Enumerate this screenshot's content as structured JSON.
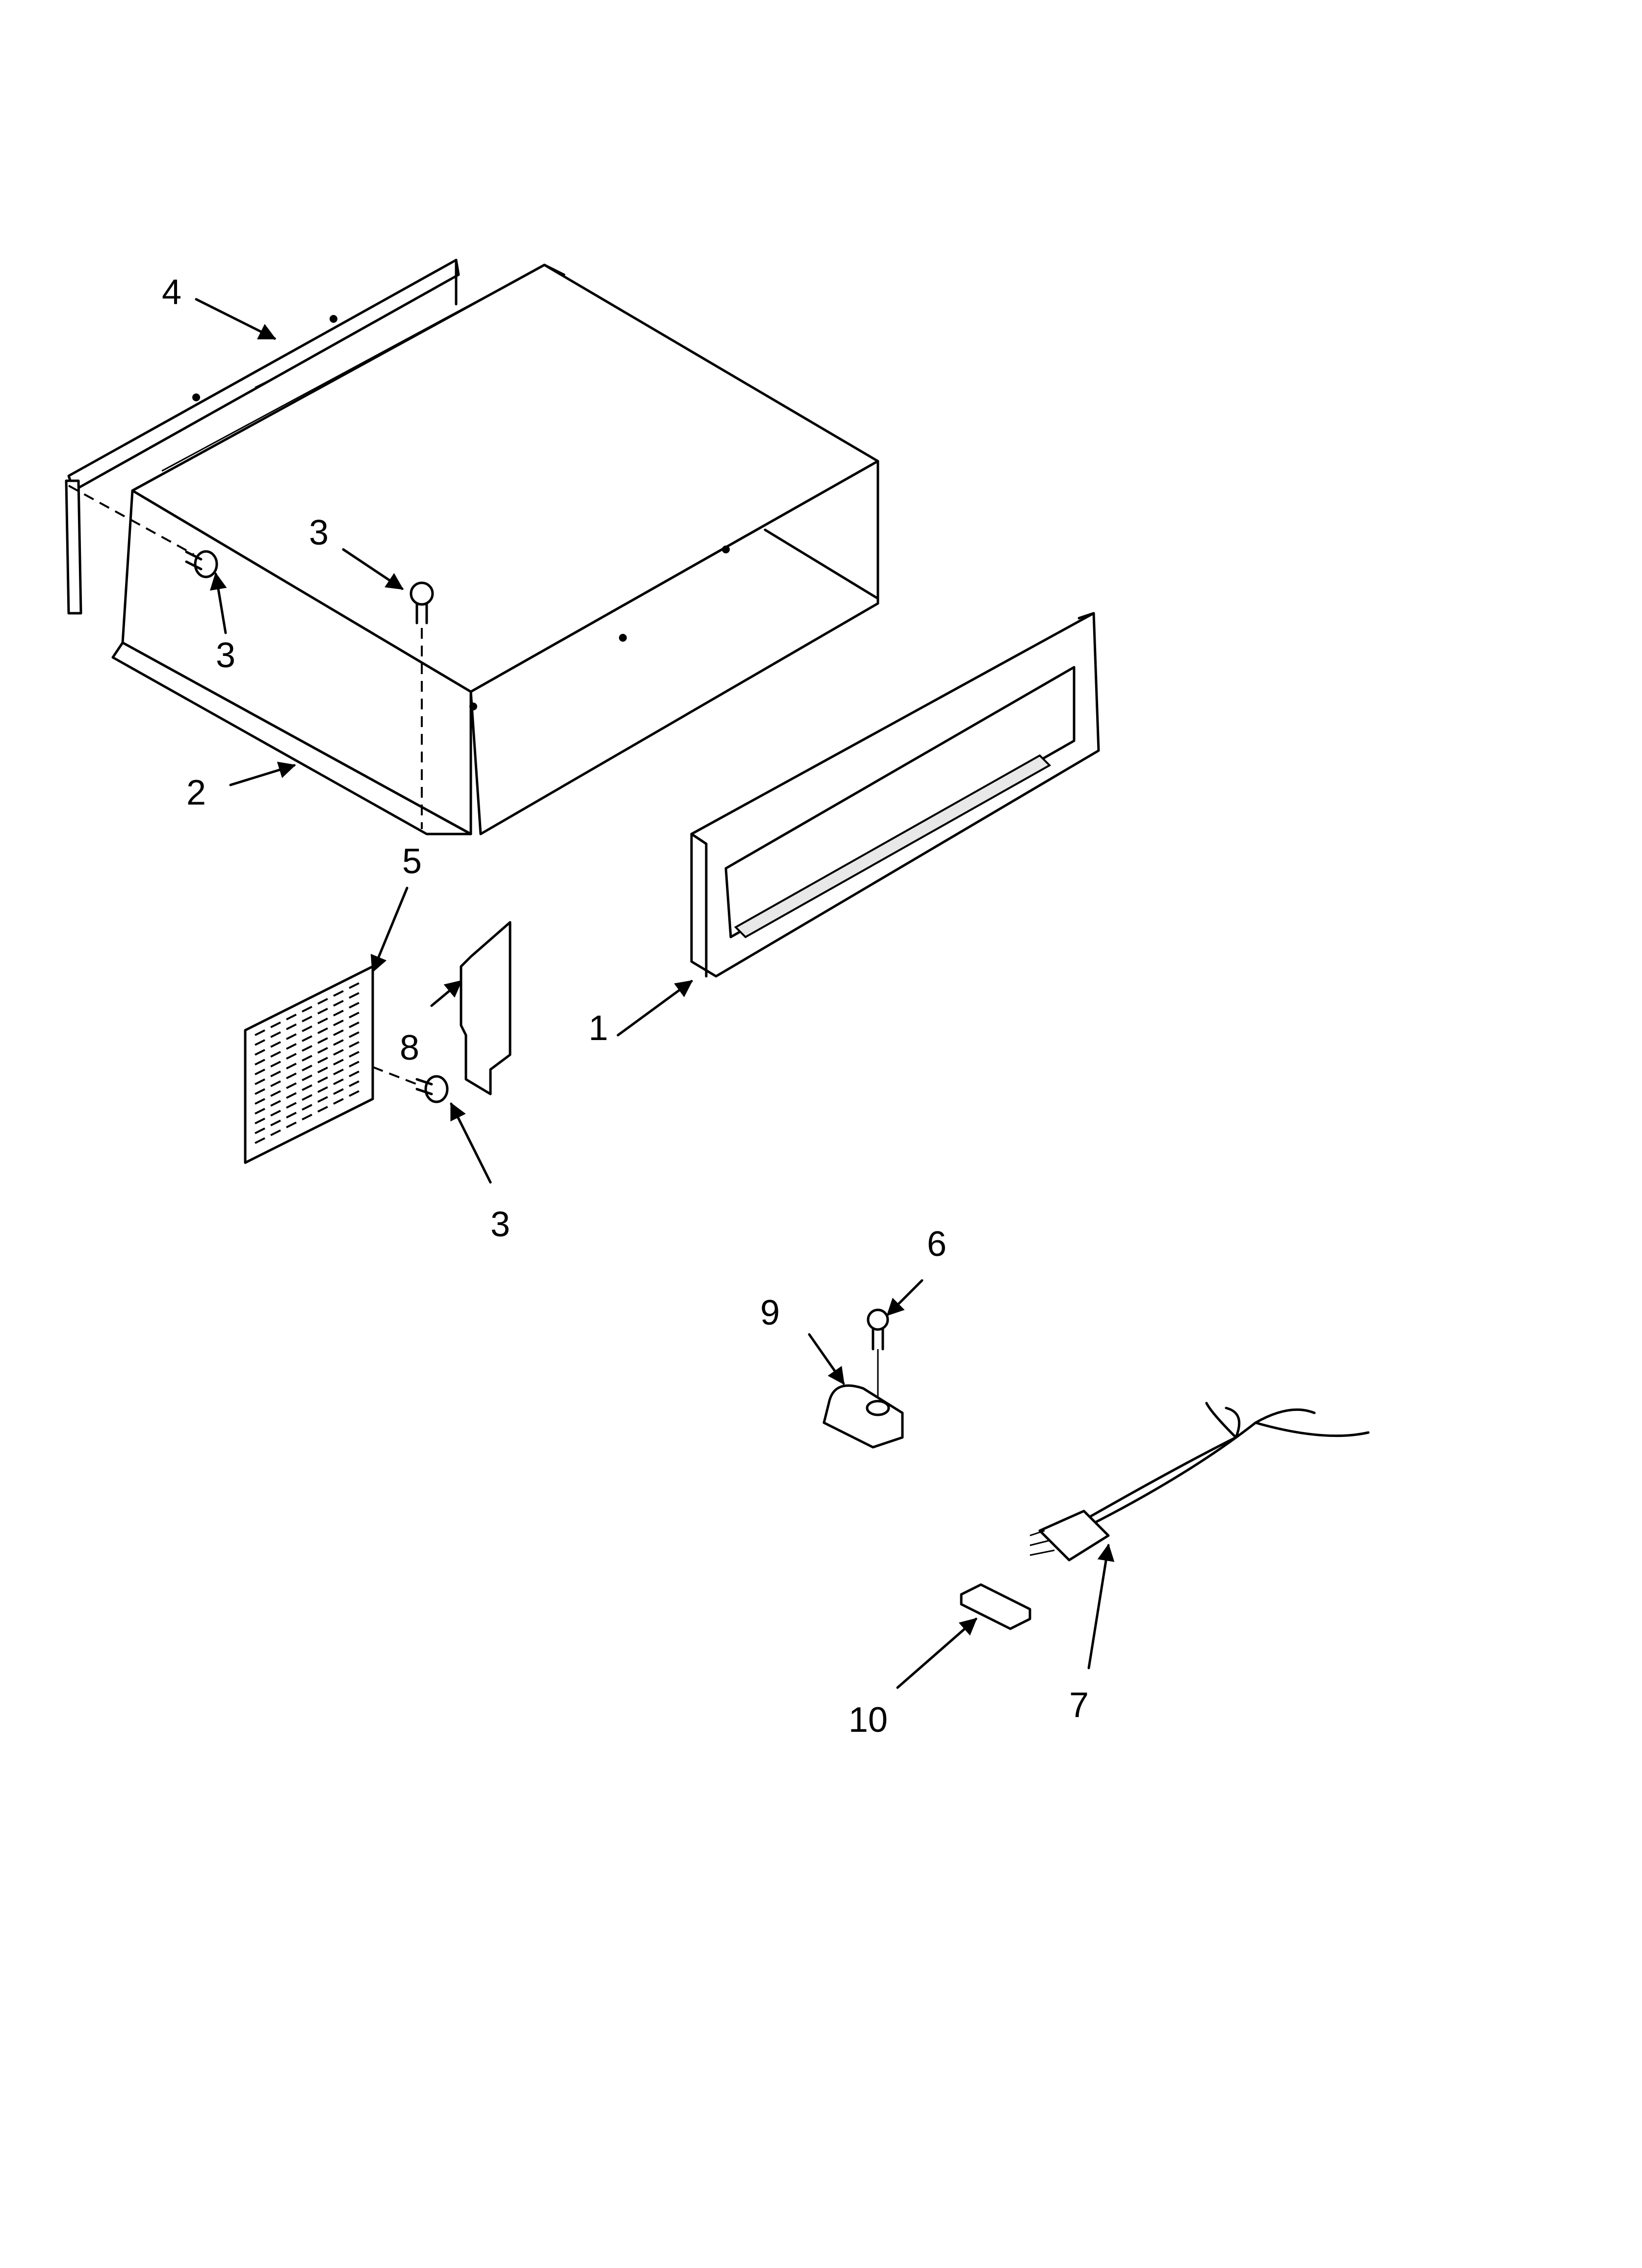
{
  "callouts": [
    {
      "id": "label-4-top",
      "text": "4"
    },
    {
      "id": "label-3-screw-left",
      "text": "3"
    },
    {
      "id": "label-3-screw-top",
      "text": "3"
    },
    {
      "id": "label-2",
      "text": "2"
    },
    {
      "id": "label-5",
      "text": "5"
    },
    {
      "id": "label-8",
      "text": "8"
    },
    {
      "id": "label-1",
      "text": "1"
    },
    {
      "id": "label-3-grille-screw",
      "text": "3"
    },
    {
      "id": "label-6",
      "text": "6"
    },
    {
      "id": "label-9",
      "text": "9"
    },
    {
      "id": "label-10",
      "text": "10"
    },
    {
      "id": "label-7",
      "text": "7"
    }
  ]
}
